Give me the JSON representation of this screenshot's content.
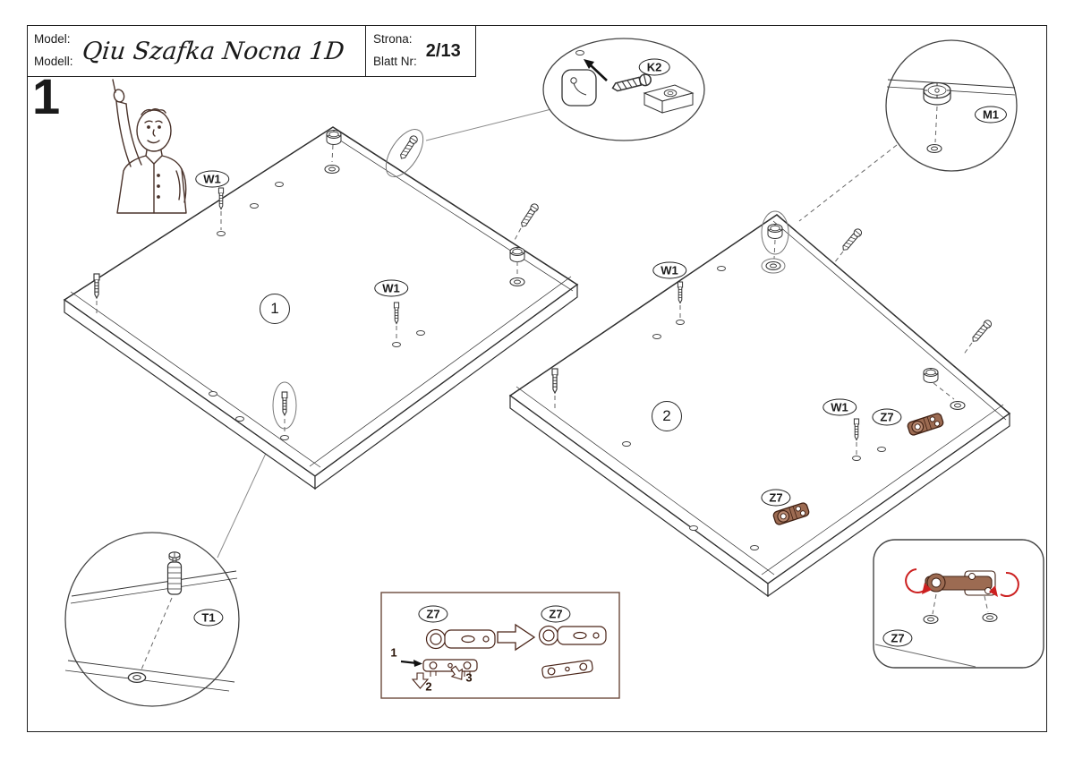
{
  "title_block": {
    "model_label": "Model:",
    "modell_label": "Modell:",
    "model_name": "Qiu Szafka Nocna 1D",
    "strona_label": "Strona:",
    "blatt_label": "Blatt Nr:",
    "page_value": "2/13"
  },
  "step_number": "1",
  "panel_numbers": {
    "panel1": "1",
    "panel2": "2"
  },
  "part_labels": {
    "w1": "W1",
    "k2": "K2",
    "m1": "M1",
    "t1": "T1",
    "z7": "Z7"
  },
  "hinge_steps": {
    "s1": "1",
    "s2": "2",
    "s3": "3"
  },
  "colors": {
    "line": "#333333",
    "hinge_dark": "#4a2418",
    "arrow_red": "#cc2020",
    "sketch": "#4a332b"
  }
}
